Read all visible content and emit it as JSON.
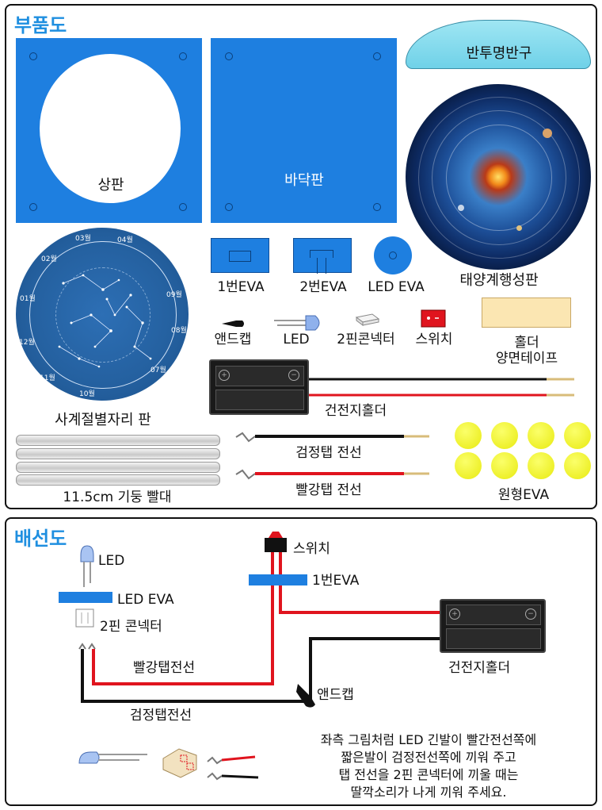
{
  "parts": {
    "heading": "부품도",
    "top_plate": "상판",
    "bottom_plate": "바닥판",
    "dome": "반투명반구",
    "solar_plate": "태양계행성판",
    "star_map": "사계절별자리 판",
    "eva1": "1번EVA",
    "eva2": "2번EVA",
    "led_eva": "LED EVA",
    "end_cap": "앤드캡",
    "led": "LED",
    "connector": "2핀콘넥터",
    "switch": "스위치",
    "tape": "홀더\n양면테이프",
    "battery_holder": "건전지홀더",
    "black_wire": "검정탭 전선",
    "red_wire": "빨강탭 전선",
    "straw": "11.5cm 기둥 빨대",
    "round_eva": "원형EVA"
  },
  "star_map_months": [
    "03월",
    "04월",
    "02월",
    "01월",
    "12월",
    "11월",
    "10월",
    "09월",
    "08월",
    "07월"
  ],
  "wiring": {
    "heading": "배선도",
    "led": "LED",
    "led_eva": "LED EVA",
    "connector": "2핀 콘넥터",
    "switch": "스위치",
    "eva1": "1번EVA",
    "red_wire": "빨강탭전선",
    "black_wire": "검정탭전선",
    "end_cap": "앤드캡",
    "battery_holder": "건전지홀더",
    "note": "좌측 그림처럼  LED 긴발이 빨간전선쪽에\n짧은발이 검정전선쪽에 끼워 주고\n탭 전선을 2핀 콘넥터에 끼울 때는\n딸깍소리가 나게 끼워 주세요."
  },
  "colors": {
    "accent": "#1f8fe0",
    "plate": "#1e7fe0",
    "wire_red": "#e0141e",
    "wire_black": "#111111",
    "round_eva": "#f2f21a",
    "tape": "#fbe6b2"
  }
}
